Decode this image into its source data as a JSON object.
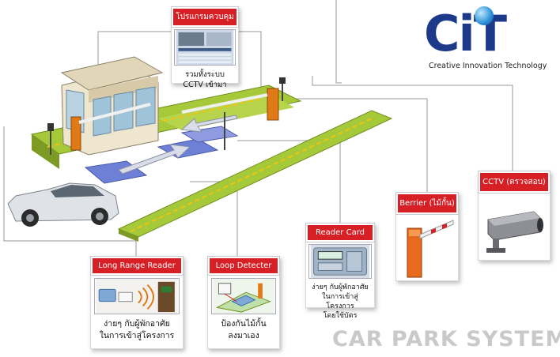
{
  "logo": {
    "letters": "CiT",
    "tagline": "Creative Innovation Technology",
    "brand_color": "#1d3a8a"
  },
  "watermark": "CAR PARK SYSTEM",
  "accent_color": "#d71f26",
  "cards": {
    "control_program": {
      "title": "โปรแกรมควบคุม",
      "caption_line1": "รวมทั้งระบบ",
      "caption_line2": "CCTV เข้ามา"
    },
    "long_range_reader": {
      "title": "Long Range Reader",
      "caption_line1": "ง่ายๆ กับผู้พักอาศัย",
      "caption_line2": "ในการเข้าสู่โครงการ"
    },
    "loop_detecter": {
      "title": "Loop Detecter",
      "caption_line1": "ป้องกันไม้กั้น",
      "caption_line2": "ลงมาเอง"
    },
    "reader_card": {
      "title": "Reader Card",
      "caption_line1": "ง่ายๆ กับผู้พักอาศัย",
      "caption_line2": "ในการเข้าสู่โครงการ",
      "caption_line3": "โดยใช้บัตร"
    },
    "barrier": {
      "title": "Berrier (ไม้กั้น)"
    },
    "cctv": {
      "title": "CCTV (ตรวจสอบ)"
    }
  }
}
